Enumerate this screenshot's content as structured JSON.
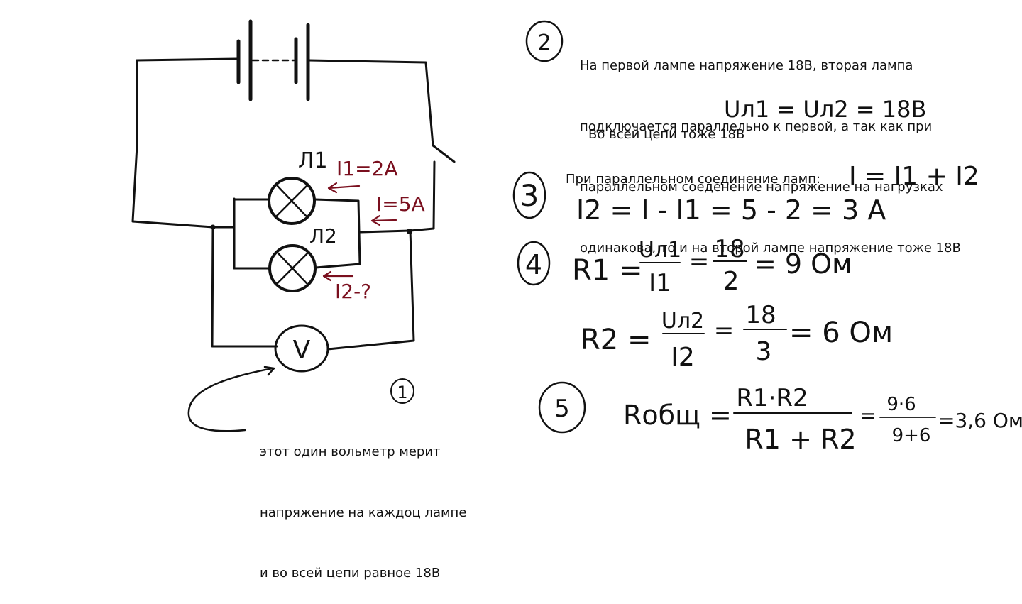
{
  "circuit": {
    "lamp1_label": "Л1",
    "lamp2_label": "Л2",
    "current1": "I1=2A",
    "current_total": "I=5A",
    "current2": "I2-?",
    "voltmeter_symbol": "V"
  },
  "steps": {
    "1": "1",
    "2": "2",
    "3": "3",
    "4": "4",
    "5": "5"
  },
  "note1": {
    "lines": [
      "этот один вольметр мерит",
      "напряжение на каждоц лампе",
      "и во всей цепи равное 18В"
    ]
  },
  "note2": {
    "lines": [
      "На первой лампе напряжение 18В, вторая лампа",
      "подключается параллельно к первой, а так как при",
      "параллельном соеденение напряжение на нагрузках",
      "одинакова, то и на второй лампе напряжение тоже 18В"
    ],
    "formula": "Uл1 = Uл2 = 18В",
    "circuit_note": "Во всей цепи тоже 18В"
  },
  "note3": {
    "text": "При параллельном соединение ламп:",
    "formula1": "I = I1 + I2",
    "formula2": "I2 = I - I1 = 5 - 2 = 3 A"
  },
  "note4": {
    "r1_lhs": "R1 =",
    "r1_num": "Uл1",
    "r1_den": "I1",
    "r1_eq": "=",
    "r1_vnum": "18",
    "r1_vden": "2",
    "r1_result": "= 9 Ом",
    "r2_lhs": "R2 =",
    "r2_num": "Uл2",
    "r2_den": "I2",
    "r2_eq": "=",
    "r2_vnum": "18",
    "r2_vden": "3",
    "r2_result": "= 6 Ом"
  },
  "note5": {
    "lhs": "Rобщ =",
    "num": "R1·R2",
    "den": "R1 + R2",
    "eq": "=",
    "vnum": "9·6",
    "vden": "9+6",
    "result": "=3,6 Ом"
  }
}
